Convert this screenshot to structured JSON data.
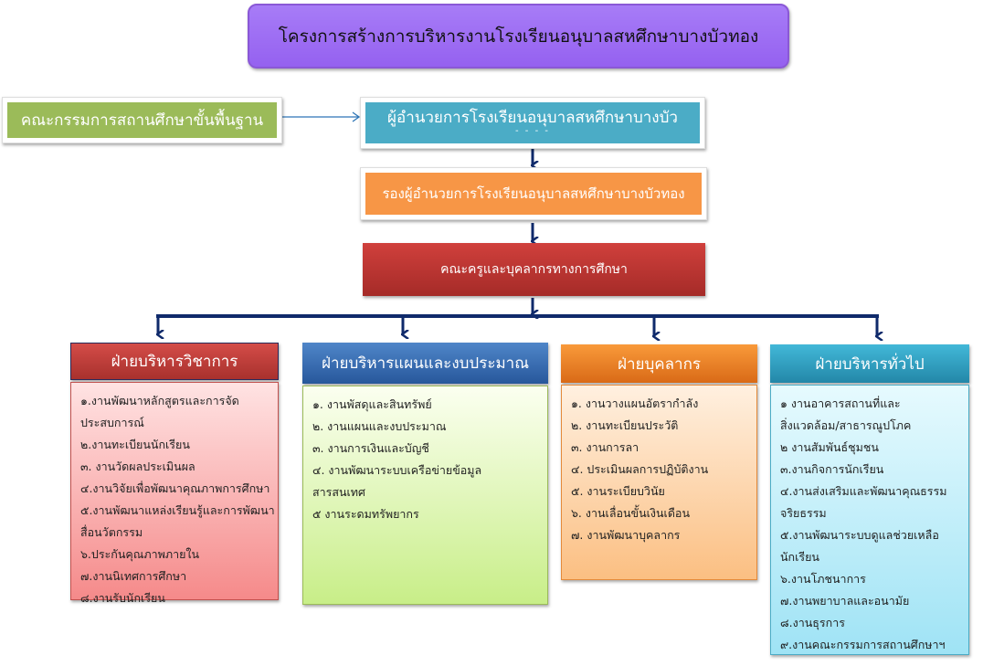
{
  "title": "โครงการสร้างการบริหารงานโรงเรียนอนุบาลสหศึกษาบางบัวทอง",
  "committee": "คณะกรรมการสถานศึกษาขั้นพื้นฐาน",
  "director": "ผู้อำนวยการโรงเรียนอนุบาลสหศึกษาบางบัว",
  "director_overflow": "- - - -",
  "deputy": "รองผู้อำนวยการโรงเรียนอนุบาลสหศึกษาบางบัวทอง",
  "teachers": "คณะครูและบุคลากรทางการศึกษา",
  "colors": {
    "title": "#a070f5",
    "committee": "#9bbb59",
    "director": "#4bacc6",
    "deputy": "#f79646",
    "teachers": "#c0504d",
    "connector": "#0f2a6b",
    "academic": "#c0504d",
    "budget": "#3a6fb5",
    "personnel": "#f0812a",
    "general": "#35a8cc"
  },
  "departments": [
    {
      "name": "ฝ่ายบริหารวิชาการ",
      "lines": [
        "๑.งานพัฒนาหลักสูตรและการจัด",
        "ประสบการณ์",
        "๒.งานทะเบียนนักเรียน",
        "๓. งานวัดผลประเมินผล",
        "๔.งานวิจัยเพื่อพัฒนาคุณภาพการศึกษา",
        "๕.งานพัฒนาแหล่งเรียนรู้และการพัฒนา",
        "สื่อนวัตกรรม",
        "๖.ประกันคุณภาพภายใน",
        "๗.งานนิเทศการศึกษา",
        "๘.งานรับนักเรียน"
      ]
    },
    {
      "name": "ฝ่ายบริหารแผนและงบประมาณ",
      "lines": [
        "๑. งานพัสดุและสินทรัพย์",
        "๒. งานแผนและงบประมาณ",
        "๓. งานการเงินและบัญชี",
        "๔. งานพัฒนาระบบเครือข่ายข้อมูล",
        "สารสนเทศ",
        "๕ งานระดมทรัพยากร"
      ]
    },
    {
      "name": "ฝ่ายบุคลากร",
      "lines": [
        "๑. งานวางแผนอัตรากำลัง",
        "๒. งานทะเบียนประวัติ",
        "๓. งานการลา",
        "๔. ประเมินผลการปฏิบัติงาน",
        "๕. งานระเบียบวินัย",
        "๖. งานเลื่อนขั้นเงินเดือน",
        "๗. งานพัฒนาบุคลากร"
      ]
    },
    {
      "name": "ฝ่ายบริหารทั่วไป",
      "lines": [
        "๑ งานอาคารสถานที่และ",
        "สิ่งแวดล้อม/สาธารณูปโภค",
        "๒ งานสัมพันธ์ชุมชน",
        "๓.งานกิจการนักเรียน",
        "๔.งานส่งเสริมและพัฒนาคุณธรรม",
        "จริยธรรม",
        "๕.งานพัฒนาระบบดูแลช่วยเหลือ",
        "นักเรียน",
        "๖.งานโภชนาการ",
        "๗.งานพยาบาลและอนามัย",
        "๘.งานธุรการ",
        "๙.งานคณะกรรมการสถานศึกษาฯ"
      ]
    }
  ]
}
